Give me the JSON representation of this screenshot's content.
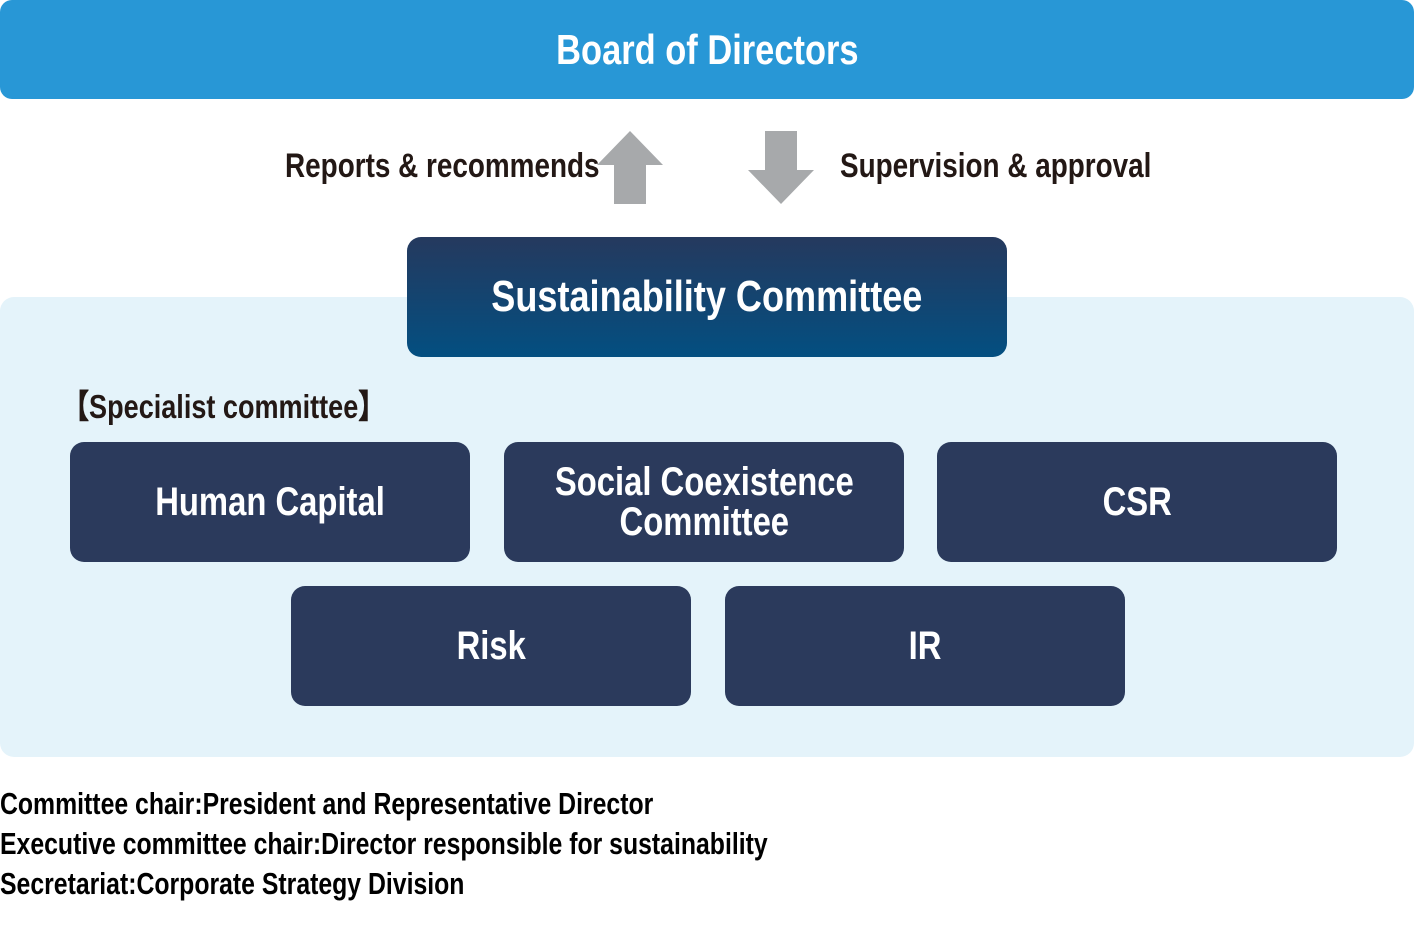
{
  "board": {
    "title": "Board of Directors",
    "color": "#2897d6"
  },
  "flows": {
    "up_label": "Reports & recommends",
    "down_label": "Supervision & approval",
    "up_icon": "arrow-up-icon",
    "down_icon": "arrow-down-icon",
    "arrow_color": "#a7a9ab"
  },
  "main_committee": {
    "title": "Sustainability Committee",
    "color_top": "#25395e",
    "color_bottom": "#034f81"
  },
  "specialist": {
    "heading": "【Specialist committee】",
    "committees": [
      {
        "lines": [
          "Human Capital"
        ]
      },
      {
        "lines": [
          "Social Coexistence",
          "Committee"
        ]
      },
      {
        "lines": [
          "CSR"
        ]
      },
      {
        "lines": [
          "Risk"
        ]
      },
      {
        "lines": [
          "IR"
        ]
      }
    ],
    "box_color": "#2b3a5c",
    "panel_color": "#e4f3fa"
  },
  "notes": [
    "Committee chair:President and Representative Director",
    "Executive committee chair:Director responsible for sustainability",
    "Secretariat:Corporate Strategy Division"
  ]
}
